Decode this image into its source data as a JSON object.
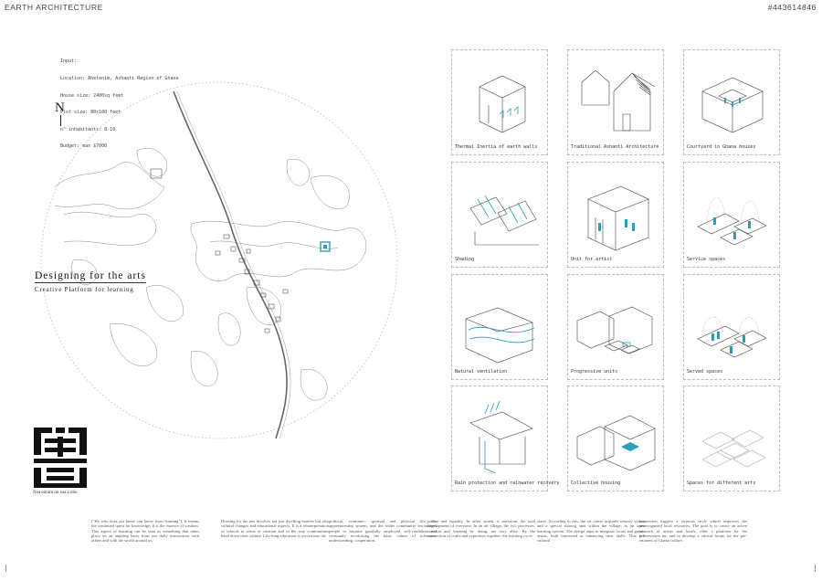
{
  "header": {
    "left": "EARTH ARCHITECTURE",
    "right": "#443614846"
  },
  "input": {
    "lines": [
      "Input:",
      "Location: Abetenim, Ashanti Region of Ghana",
      "House size: 2400sq feet",
      "Plot size: 80x100 feet",
      "n° inhabitants: 8-10",
      "Budget: max $7000"
    ]
  },
  "north_label": "N",
  "title": "Designing for the arts",
  "subtitle": "Creative Platform for learning",
  "symbol_caption": "Nea onnim no sua a ohu",
  "diagrams": [
    {
      "caption": "Thermal Inertia of earth walls"
    },
    {
      "caption": "Traditional Ashanti Architecture"
    },
    {
      "caption": "Courtyard in Ghana houses"
    },
    {
      "caption": "Shading"
    },
    {
      "caption": "Unit for artist"
    },
    {
      "caption": "Service spaces"
    },
    {
      "caption": "Natural ventilation"
    },
    {
      "caption": "Progressive units"
    },
    {
      "caption": "Served spaces"
    },
    {
      "caption": "Rain protection and rainwater recovery"
    },
    {
      "caption": "Collective housing"
    },
    {
      "caption": "Spaces for different arts"
    }
  ],
  "text_columns": [
    "(\"He who does not know can know from learning\"). It means the continued quest for knowledge, it is the essence of wisdom. This aspect of learning can be seen as something that takes place on an ongoing basis from our daily interactions with others and with the world around us.",
    "Housing for the arts involves not just dwelling matters but also cultural changes and educational aspects. It is a reinterpretation of schools in terms of creation and in the way communities hand down their culture. Life-long education is woven into the",
    "political, economic, spiritual and physical life; the apprenticeship system, and the wider community encourages people to become gainfully employed, self-confident and constantly inculcating the basic values of tolerance, understanding, cooperation,",
    "justice and equality. In other words, it envisions the total development of everyone. In an art village, the two processes, creation and learning by doing, are very alive. By the connection of crafts and expertises together, the learning cycle",
    "starts. According to this, the art centre acquires sensory values and a special sharing spot within the village, as an open learning system. The design aims to integrate locals and guests artists, both interested in enhancing their skills. This full cultural",
    "immersion triggers a virtuous circle which improves the unrecognized local resources. The goal is to create an active network of artists and locals, offer a platform for the preservation art, and to develop a critical forum for the pre-eminent of Ghana culture."
  ],
  "colors": {
    "accent": "#2aa0b8",
    "line": "#444444"
  }
}
